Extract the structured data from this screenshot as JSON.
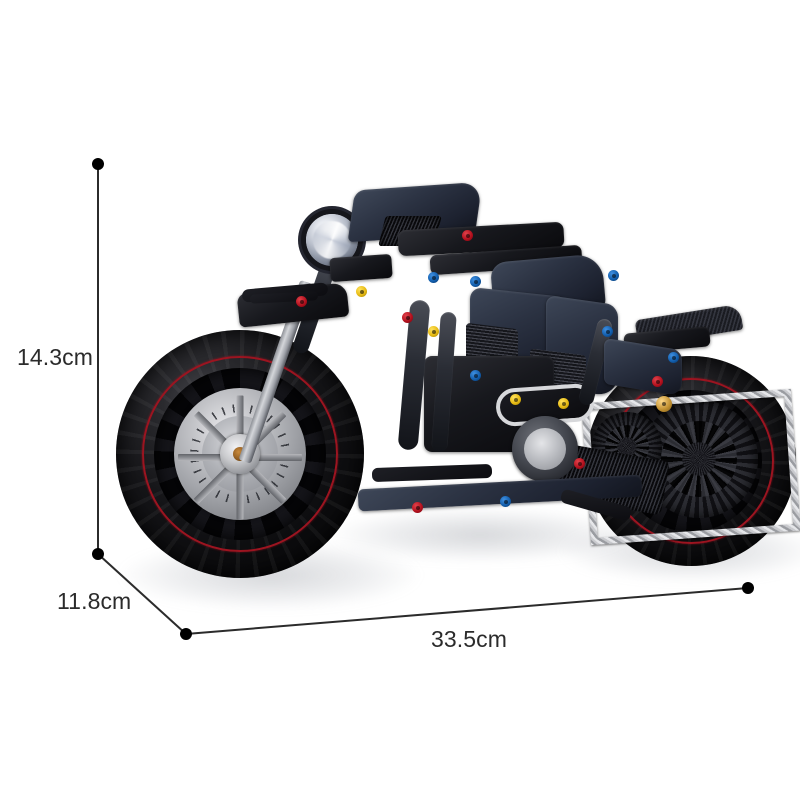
{
  "page": {
    "background_color": "#ffffff",
    "type": "product-dimension-photo"
  },
  "product": {
    "name": "building-block motorcycle model",
    "body_color": "#1d2230",
    "accent_colors": [
      "#b4121f",
      "#135fae",
      "#e7bb14",
      "#c49334"
    ],
    "tire_color": "#0b0b0d",
    "rim_stripe_color": "#9c1420",
    "chain_color": "#c9cace",
    "disc_color": "#b0b2b7"
  },
  "dimensions": {
    "height": {
      "label": "14.3cm",
      "value": 14.3,
      "unit": "cm",
      "axis": "height"
    },
    "depth": {
      "label": "11.8cm",
      "value": 11.8,
      "unit": "cm",
      "axis": "depth"
    },
    "width": {
      "label": "33.5cm",
      "value": 33.5,
      "unit": "cm",
      "axis": "width"
    },
    "line_color": "#2b2b2b",
    "marker_color": "#000000"
  }
}
